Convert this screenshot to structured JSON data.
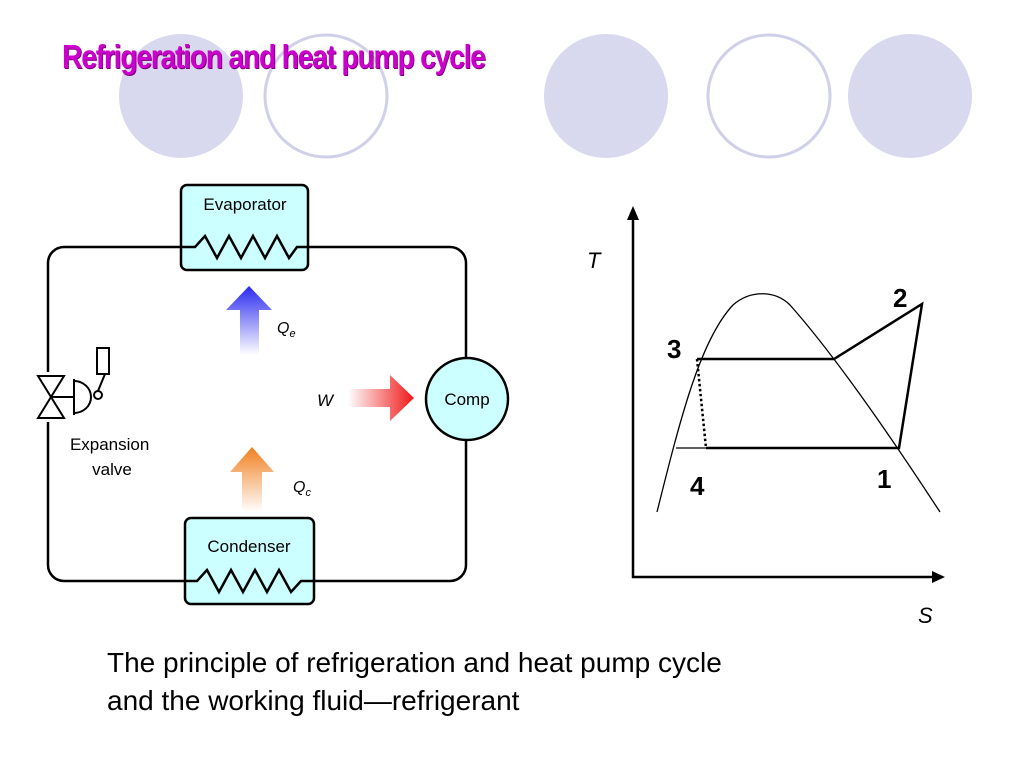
{
  "slide": {
    "title": "Refrigeration and heat pump cycle",
    "caption_line1": "The principle of refrigeration and heat pump cycle",
    "caption_line2": "and the working fluid—refrigerant"
  },
  "cycle_diagram": {
    "evaporator_label": "Evaporator",
    "condenser_label": "Condenser",
    "compressor_label": "Comp",
    "expansion_valve_label_line1": "Expansion",
    "expansion_valve_label_line2": "valve",
    "work_label": "W",
    "q_evaporator_base": "Q",
    "q_evaporator_sub": "e",
    "q_condenser_base": "Q",
    "q_condenser_sub": "c",
    "colors": {
      "heat_exchanger_fill": "#ccffff",
      "evaporator_arrow": "#2a2af0",
      "condenser_arrow": "#f08020",
      "work_arrow": "#f01818"
    }
  },
  "ts_diagram": {
    "t_axis_label": "T",
    "s_axis_label": "S",
    "point_1": "1",
    "point_2": "2",
    "point_3": "3",
    "point_4": "4"
  },
  "decorations": {
    "circle_fill": "#d8d8ef",
    "circle_outline": "#d0d0ea"
  }
}
